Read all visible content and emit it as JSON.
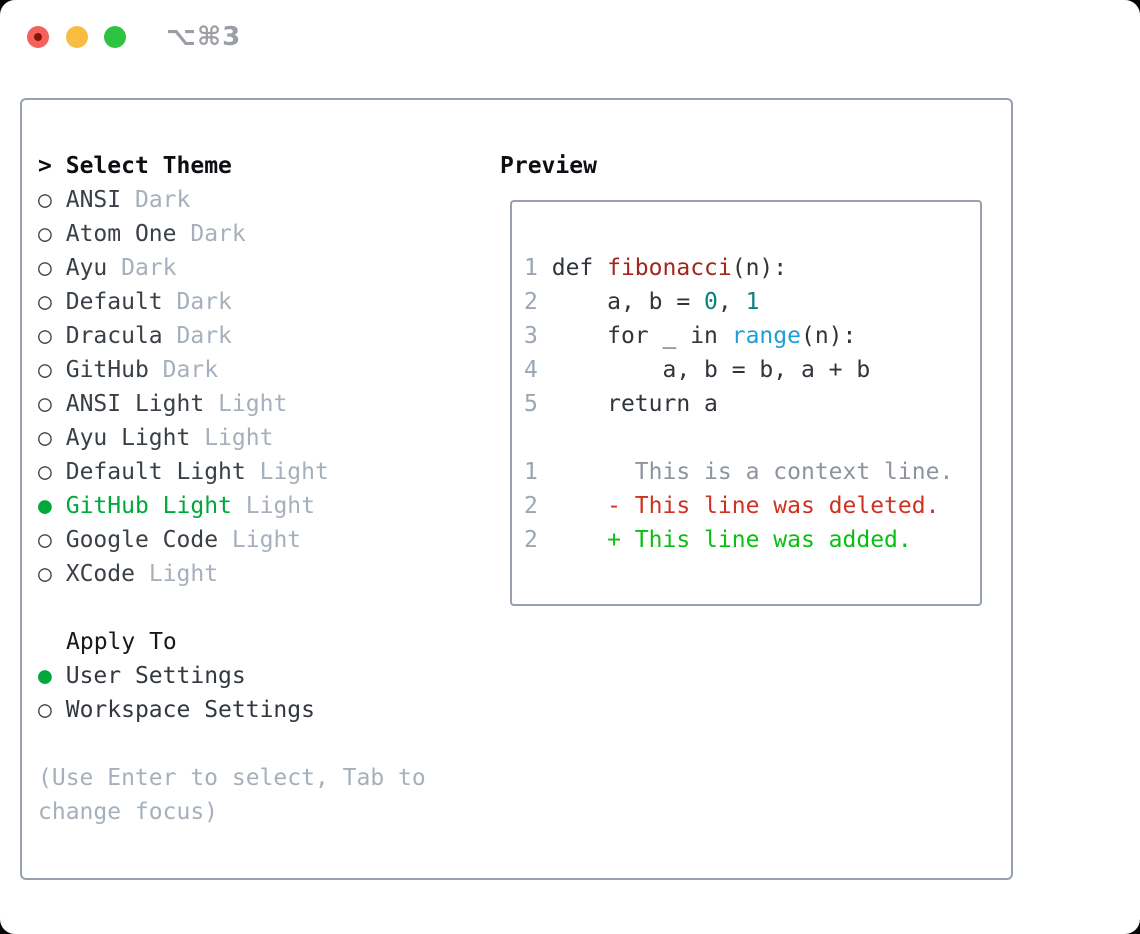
{
  "window": {
    "title": "⌥⌘3",
    "traffic_lights": [
      "close",
      "minimize",
      "zoom"
    ]
  },
  "markers": {
    "selected": "●",
    "unselected": "○"
  },
  "theme_panel": {
    "prompt": ">",
    "title": "Select Theme",
    "themes": [
      {
        "name": "ANSI",
        "tag": "Dark",
        "selected": false
      },
      {
        "name": "Atom One",
        "tag": "Dark",
        "selected": false
      },
      {
        "name": "Ayu",
        "tag": "Dark",
        "selected": false
      },
      {
        "name": "Default",
        "tag": "Dark",
        "selected": false
      },
      {
        "name": "Dracula",
        "tag": "Dark",
        "selected": false
      },
      {
        "name": "GitHub",
        "tag": "Dark",
        "selected": false
      },
      {
        "name": "ANSI Light",
        "tag": "Light",
        "selected": false
      },
      {
        "name": "Ayu Light",
        "tag": "Light",
        "selected": false
      },
      {
        "name": "Default Light",
        "tag": "Light",
        "selected": false
      },
      {
        "name": "GitHub Light",
        "tag": "Light",
        "selected": true
      },
      {
        "name": "Google Code",
        "tag": "Light",
        "selected": false
      },
      {
        "name": "XCode",
        "tag": "Light",
        "selected": false
      }
    ],
    "apply_to": {
      "title": "Apply To",
      "options": [
        {
          "label": "User Settings",
          "selected": true
        },
        {
          "label": "Workspace Settings",
          "selected": false
        }
      ]
    },
    "hint_line1": "(Use Enter to select, Tab to",
    "hint_line2": "change focus)"
  },
  "preview": {
    "title": "Preview",
    "code_lines": [
      {
        "num": "1",
        "segments": [
          {
            "t": "def ",
            "c": "plain"
          },
          {
            "t": "fibonacci",
            "c": "func"
          },
          {
            "t": "(n):",
            "c": "plain"
          }
        ]
      },
      {
        "num": "2",
        "segments": [
          {
            "t": "    a, b = ",
            "c": "plain"
          },
          {
            "t": "0",
            "c": "num"
          },
          {
            "t": ", ",
            "c": "plain"
          },
          {
            "t": "1",
            "c": "num"
          }
        ]
      },
      {
        "num": "3",
        "segments": [
          {
            "t": "    for _ in ",
            "c": "plain"
          },
          {
            "t": "range",
            "c": "builtin"
          },
          {
            "t": "(n):",
            "c": "plain"
          }
        ]
      },
      {
        "num": "4",
        "segments": [
          {
            "t": "        a, b = b, a + b",
            "c": "plain"
          }
        ]
      },
      {
        "num": "5",
        "segments": [
          {
            "t": "    return a",
            "c": "plain"
          }
        ]
      },
      {
        "num": "",
        "segments": []
      },
      {
        "num": "1",
        "segments": [
          {
            "t": "      This is a context line.",
            "c": "context"
          }
        ]
      },
      {
        "num": "2",
        "segments": [
          {
            "t": "    ",
            "c": "plain"
          },
          {
            "t": "- This line was deleted.",
            "c": "deleted"
          }
        ]
      },
      {
        "num": "2",
        "segments": [
          {
            "t": "    ",
            "c": "plain"
          },
          {
            "t": "+ This line was added.",
            "c": "added"
          }
        ]
      }
    ]
  },
  "colors": {
    "accent_green": "#00a83c",
    "added_green": "#0abf12",
    "deleted_red": "#cf3222",
    "function_red": "#a1261c",
    "builtin_blue": "#1f9ed6",
    "number_teal": "#0a7f80",
    "line_number_gray": "#9aa6b4",
    "muted_gray": "#a6b0bc",
    "border_gray": "#96a0ae",
    "traffic_red": "#f4625a",
    "traffic_yellow": "#f8bd40",
    "traffic_green": "#2fc342"
  }
}
